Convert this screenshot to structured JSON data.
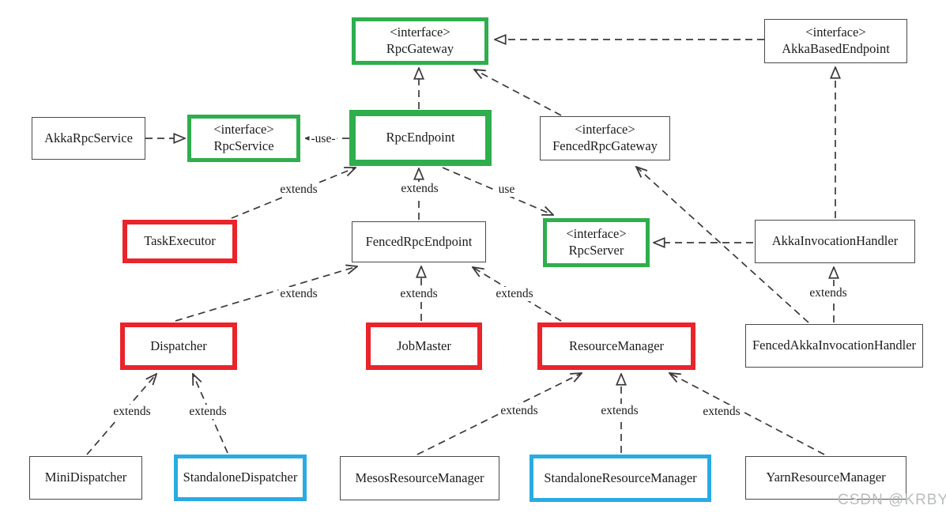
{
  "diagram": {
    "type": "uml-class-diagram",
    "subject": "RPC endpoint class hierarchy",
    "nodes": {
      "rpc_gateway": {
        "stereotype": "<interface>",
        "name": "RpcGateway",
        "accent": "green"
      },
      "akka_based_endpoint": {
        "stereotype": "<interface>",
        "name": "AkkaBasedEndpoint",
        "accent": "none"
      },
      "akka_rpc_service": {
        "name": "AkkaRpcService",
        "accent": "none"
      },
      "rpc_service": {
        "stereotype": "<interface>",
        "name": "RpcService",
        "accent": "green"
      },
      "rpc_endpoint": {
        "name": "RpcEndpoint",
        "accent": "green-bold"
      },
      "fenced_rpc_gateway": {
        "stereotype": "<interface>",
        "name": "FencedRpcGateway",
        "accent": "none"
      },
      "task_executor": {
        "name": "TaskExecutor",
        "accent": "red"
      },
      "fenced_rpc_endpoint": {
        "name": "FencedRpcEndpoint",
        "accent": "none"
      },
      "rpc_server": {
        "stereotype": "<interface>",
        "name": "RpcServer",
        "accent": "green"
      },
      "akka_invocation_handler": {
        "name": "AkkaInvocationHandler",
        "accent": "none"
      },
      "dispatcher": {
        "name": "Dispatcher",
        "accent": "red"
      },
      "job_master": {
        "name": "JobMaster",
        "accent": "red"
      },
      "resource_manager": {
        "name": "ResourceManager",
        "accent": "red"
      },
      "fenced_akka_invocation_handler": {
        "name": "FencedAkkaInvocationHandler",
        "accent": "none"
      },
      "mini_dispatcher": {
        "name": "MiniDispatcher",
        "accent": "none"
      },
      "standalone_dispatcher": {
        "name": "StandaloneDispatcher",
        "accent": "blue"
      },
      "mesos_resource_manager": {
        "name": "MesosResourceManager",
        "accent": "none"
      },
      "standalone_resource_manager": {
        "name": "StandaloneResourceManager",
        "accent": "blue"
      },
      "yarn_resource_manager": {
        "name": "YarnResourceManager",
        "accent": "none"
      }
    },
    "edge_labels": {
      "extends": "extends",
      "use": "use",
      "use_inline": "-use-"
    },
    "relations": [
      {
        "from": "AkkaRpcService",
        "to": "RpcService",
        "type": "implements"
      },
      {
        "from": "RpcEndpoint",
        "to": "RpcService",
        "type": "use",
        "label": "-use-"
      },
      {
        "from": "RpcEndpoint",
        "to": "RpcGateway",
        "type": "implements"
      },
      {
        "from": "FencedRpcGateway",
        "to": "RpcGateway",
        "type": "extends"
      },
      {
        "from": "AkkaBasedEndpoint",
        "to": "RpcGateway",
        "type": "extends"
      },
      {
        "from": "TaskExecutor",
        "to": "RpcEndpoint",
        "type": "extends",
        "label": "extends"
      },
      {
        "from": "FencedRpcEndpoint",
        "to": "RpcEndpoint",
        "type": "extends",
        "label": "extends"
      },
      {
        "from": "RpcEndpoint",
        "to": "RpcServer",
        "type": "use",
        "label": "use"
      },
      {
        "from": "AkkaInvocationHandler",
        "to": "RpcServer",
        "type": "implements"
      },
      {
        "from": "AkkaInvocationHandler",
        "to": "AkkaBasedEndpoint",
        "type": "implements"
      },
      {
        "from": "FencedAkkaInvocationHandler",
        "to": "AkkaInvocationHandler",
        "type": "extends",
        "label": "extends"
      },
      {
        "from": "FencedAkkaInvocationHandler",
        "to": "FencedRpcGateway",
        "type": "implements"
      },
      {
        "from": "Dispatcher",
        "to": "FencedRpcEndpoint",
        "type": "extends",
        "label": "extends"
      },
      {
        "from": "JobMaster",
        "to": "FencedRpcEndpoint",
        "type": "extends",
        "label": "extends"
      },
      {
        "from": "ResourceManager",
        "to": "FencedRpcEndpoint",
        "type": "extends",
        "label": "extends"
      },
      {
        "from": "MiniDispatcher",
        "to": "Dispatcher",
        "type": "extends",
        "label": "extends"
      },
      {
        "from": "StandaloneDispatcher",
        "to": "Dispatcher",
        "type": "extends",
        "label": "extends"
      },
      {
        "from": "MesosResourceManager",
        "to": "ResourceManager",
        "type": "extends",
        "label": "extends"
      },
      {
        "from": "StandaloneResourceManager",
        "to": "ResourceManager",
        "type": "extends",
        "label": "extends"
      },
      {
        "from": "YarnResourceManager",
        "to": "ResourceManager",
        "type": "extends",
        "label": "extends"
      }
    ],
    "colors": {
      "interface_green": "#2fae4d",
      "class_red": "#e9242b",
      "class_blue": "#29abe2",
      "line": "#3a3a3a",
      "text": "#1b1b1b",
      "background": "#ffffff",
      "watermark": "#b9bcbe"
    },
    "watermark": "CSDN @KRBY"
  }
}
